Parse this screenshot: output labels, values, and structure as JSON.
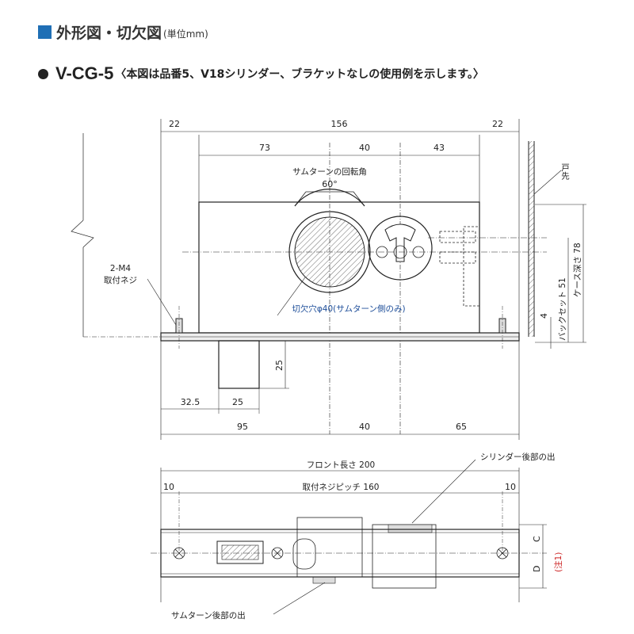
{
  "header": {
    "title": "外形図・切欠図",
    "unit": "(単位mm)"
  },
  "subtitle": {
    "model": "V-CG-5",
    "note": "〈本図は品番5、V18シリンダー、ブラケットなしの使用例を示します。〉"
  },
  "top_view": {
    "dims_top": [
      "22",
      "156",
      "22"
    ],
    "dims_second": [
      "73",
      "40",
      "43"
    ],
    "thumb_turn_label": "サムターンの回転角",
    "angle": "60°",
    "screw_label_1": "2-M4",
    "screw_label_2": "取付ネジ",
    "cutout_label": "切欠穴φ40(サムターン側のみ)",
    "door_edge_label": "戸先",
    "backset_label": "バックセット 51",
    "case_depth_label": "ケース深さ 78",
    "dim_4": "4",
    "dim_25_v": "25",
    "dims_lower": [
      "32.5",
      "25"
    ],
    "dims_bottom": [
      "95",
      "40",
      "65"
    ]
  },
  "front_view": {
    "front_length": "フロント長さ 200",
    "screw_pitch": "取付ネジピッチ 160",
    "dim_10_left": "10",
    "dim_10_right": "10",
    "cylinder_label": "シリンダー後部の出",
    "thumbturn_label": "サムターン後部の出",
    "dim_c": "C",
    "dim_d": "D",
    "note_1": "(注1)"
  }
}
